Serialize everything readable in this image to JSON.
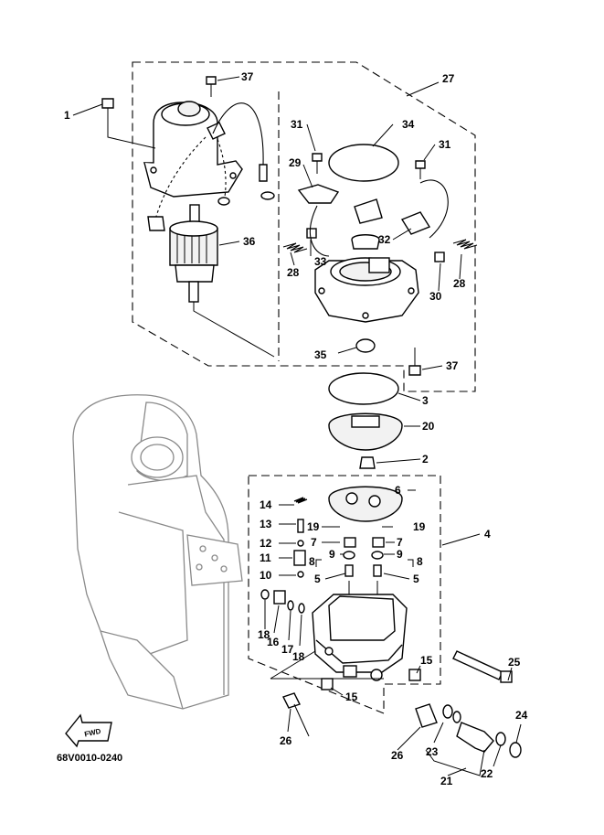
{
  "diagram": {
    "code": "68V0010-0240",
    "fwd_label": "FWD",
    "callouts": [
      "1",
      "37",
      "27",
      "31",
      "34",
      "31",
      "29",
      "32",
      "33",
      "28",
      "28",
      "30",
      "36",
      "35",
      "37",
      "3",
      "20",
      "2",
      "6",
      "4",
      "14",
      "13",
      "19",
      "19",
      "7",
      "7",
      "12",
      "9",
      "9",
      "8",
      "8",
      "11",
      "10",
      "5",
      "5",
      "18",
      "16",
      "17",
      "18",
      "25",
      "15",
      "15",
      "26",
      "26",
      "23",
      "24",
      "22",
      "21"
    ]
  }
}
